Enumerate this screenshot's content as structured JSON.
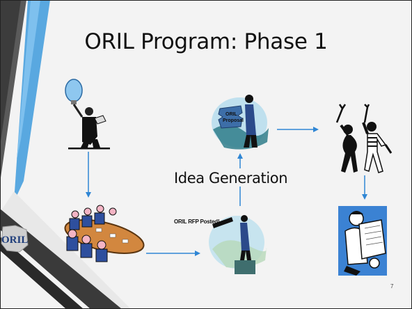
{
  "slide": {
    "title": "ORIL Program: Phase 1",
    "caption": "Idea Generation",
    "page_number": "7",
    "logo_text": "ORIL",
    "rfp_text": "ORIL RFP Posted!",
    "proposal_text_1": "ORIL",
    "proposal_text_2": "Proposal"
  },
  "icons": {
    "lightbulb": "lightbulb-person-icon",
    "meeting": "meeting-table-icon",
    "telescope": "telescope-person-icon",
    "proposal": "proposal-puzzle-icon",
    "celebration": "high-five-icon",
    "award": "certificate-reader-icon"
  },
  "colors": {
    "accent_blue": "#4a9fdc",
    "dark_band": "#3a3a3a",
    "arrow": "#2f86d4"
  }
}
